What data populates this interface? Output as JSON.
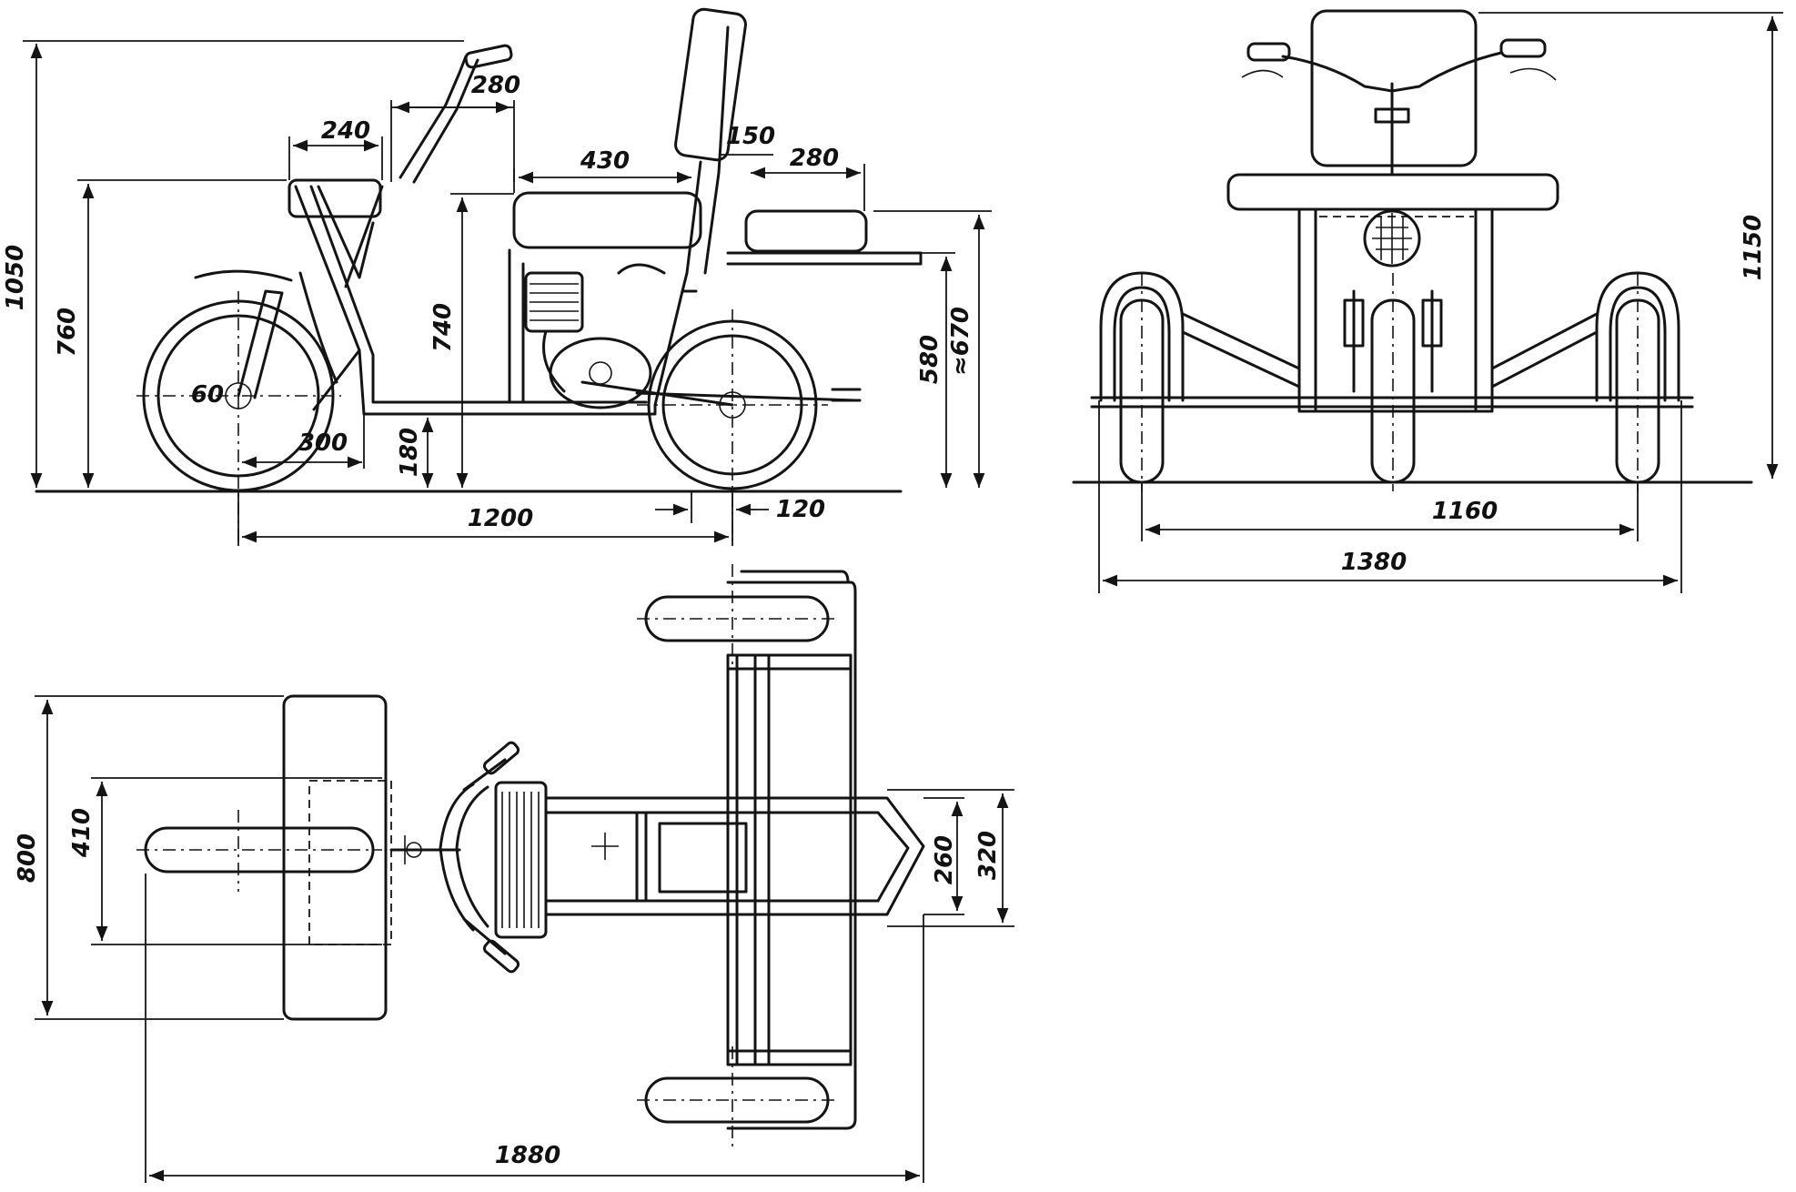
{
  "dimensions": {
    "side": {
      "total_height": "1050",
      "seat_height": "760",
      "mid_height": "740",
      "rear_580": "580",
      "rear_670": "≈670",
      "handlebar": "280",
      "front_seat": "240",
      "main_seat": "430",
      "back_150": "150",
      "rear_seat": "280",
      "hub": "60",
      "front_300": "300",
      "clearance": "180",
      "wheelbase": "1200",
      "offset": "120"
    },
    "front": {
      "height": "1150",
      "inner_track": "1160",
      "outer_track": "1380"
    },
    "top": {
      "width": "800",
      "inner_width": "410",
      "rear_260": "260",
      "rear_320": "320",
      "length": "1880"
    }
  },
  "colors": {
    "ink": "#141414",
    "paper": "#ffffff"
  }
}
